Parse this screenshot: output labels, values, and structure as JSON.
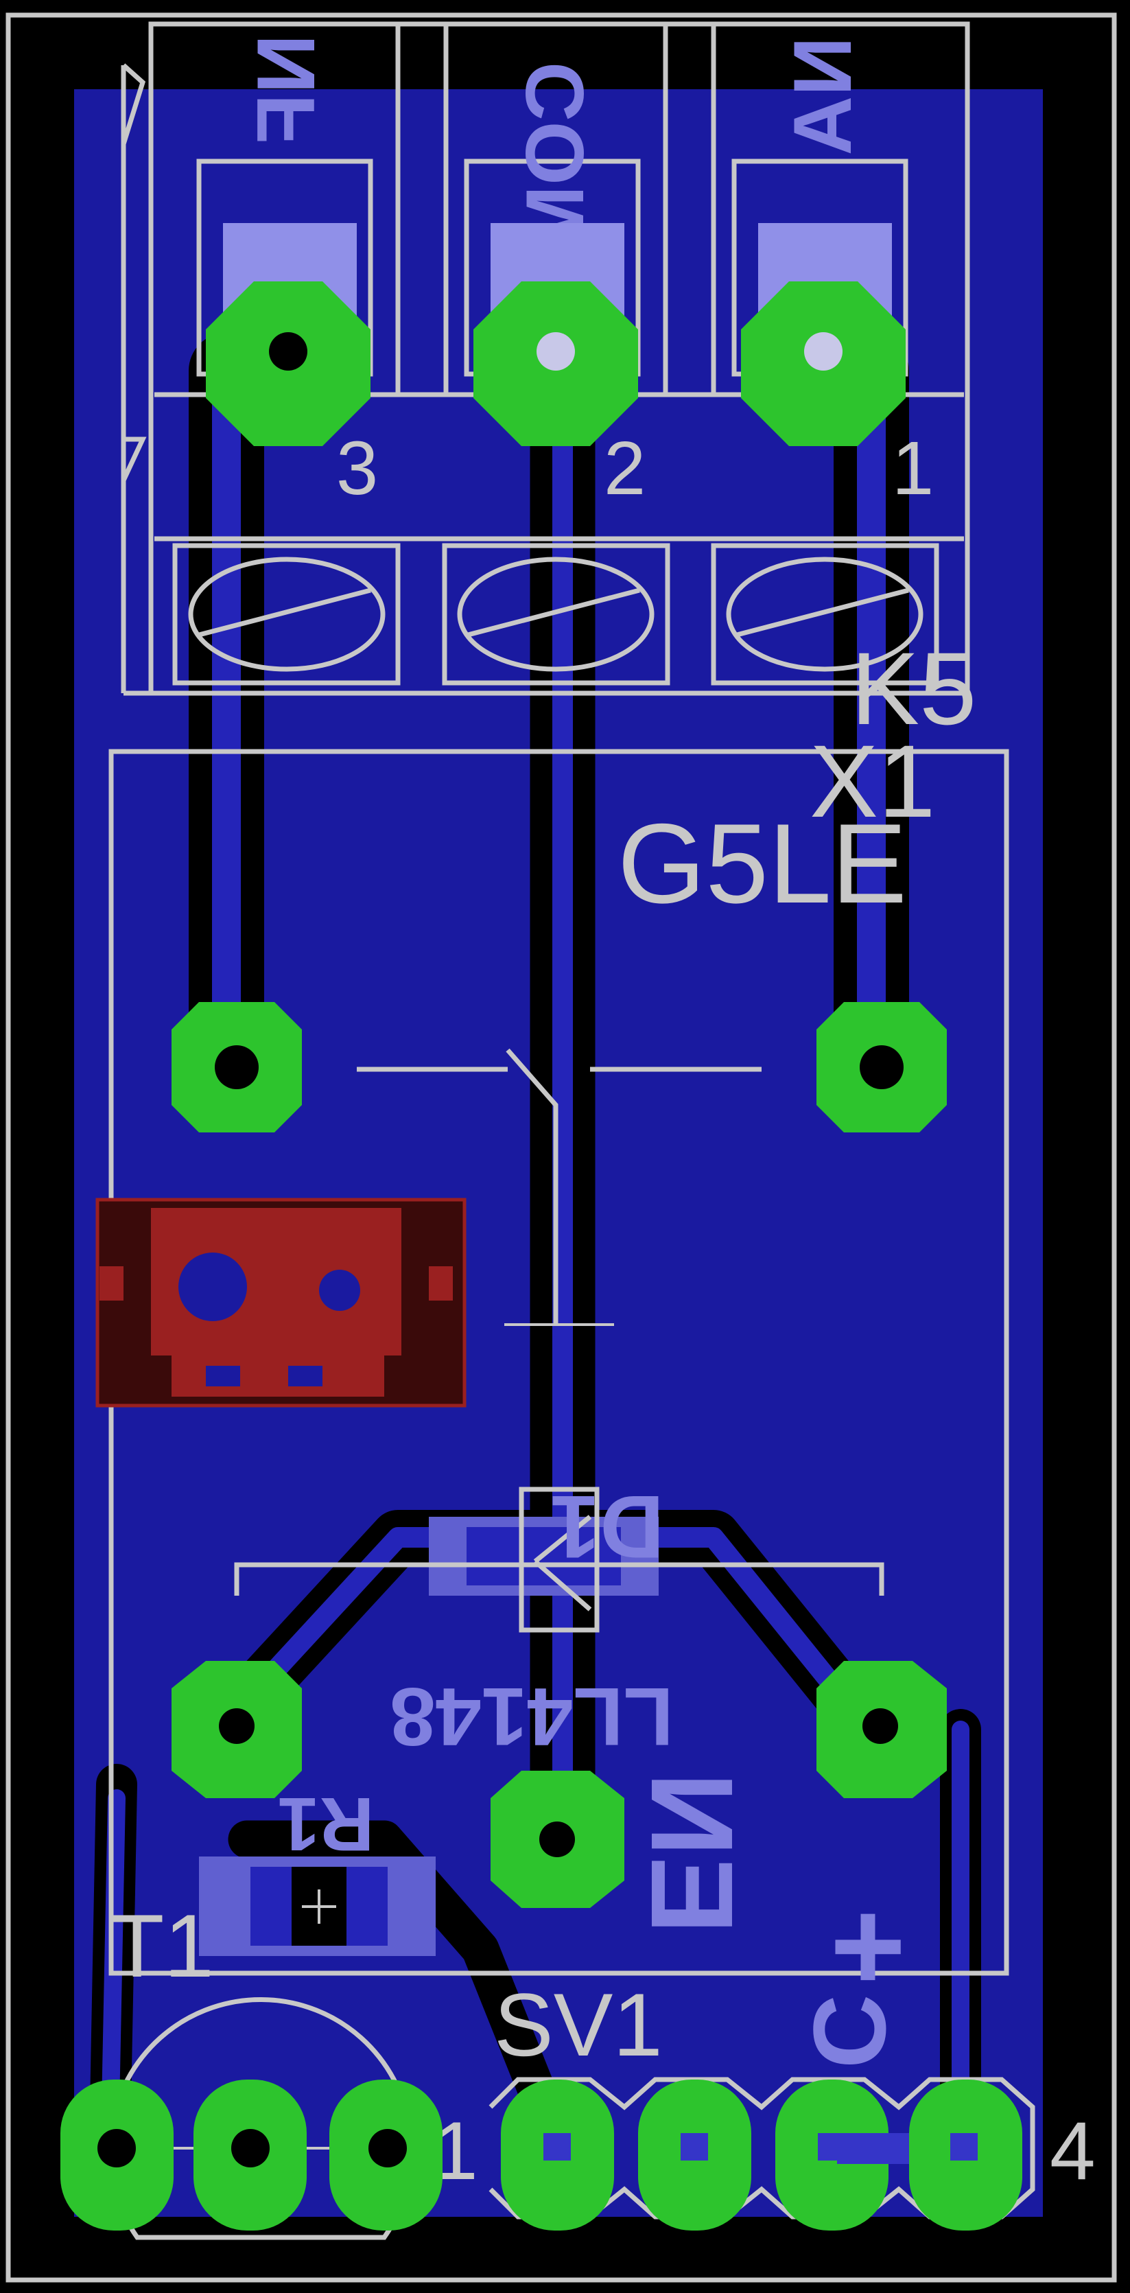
{
  "board": {
    "terminal_labels": [
      "NF",
      "COM",
      "NA"
    ],
    "terminal_numbers": [
      "3",
      "2",
      "1"
    ],
    "relay_name": "K5",
    "relay_part": "X1",
    "relay_value": "G5LE",
    "diode_name": "D1",
    "diode_value": "LL4148",
    "resistor_name": "R1",
    "transistor_name": "T1",
    "header_name": "SV1",
    "header_pin_first": "1",
    "header_pin_last": "4",
    "em_label": "EN",
    "plus_label": "+",
    "c_label": "C"
  },
  "colors": {
    "background": "#000000",
    "copper_bottom": "#1a1aa0",
    "pads": "#2dc42d",
    "silkscreen": "#c8c8c8",
    "marker": "#9a2020"
  }
}
